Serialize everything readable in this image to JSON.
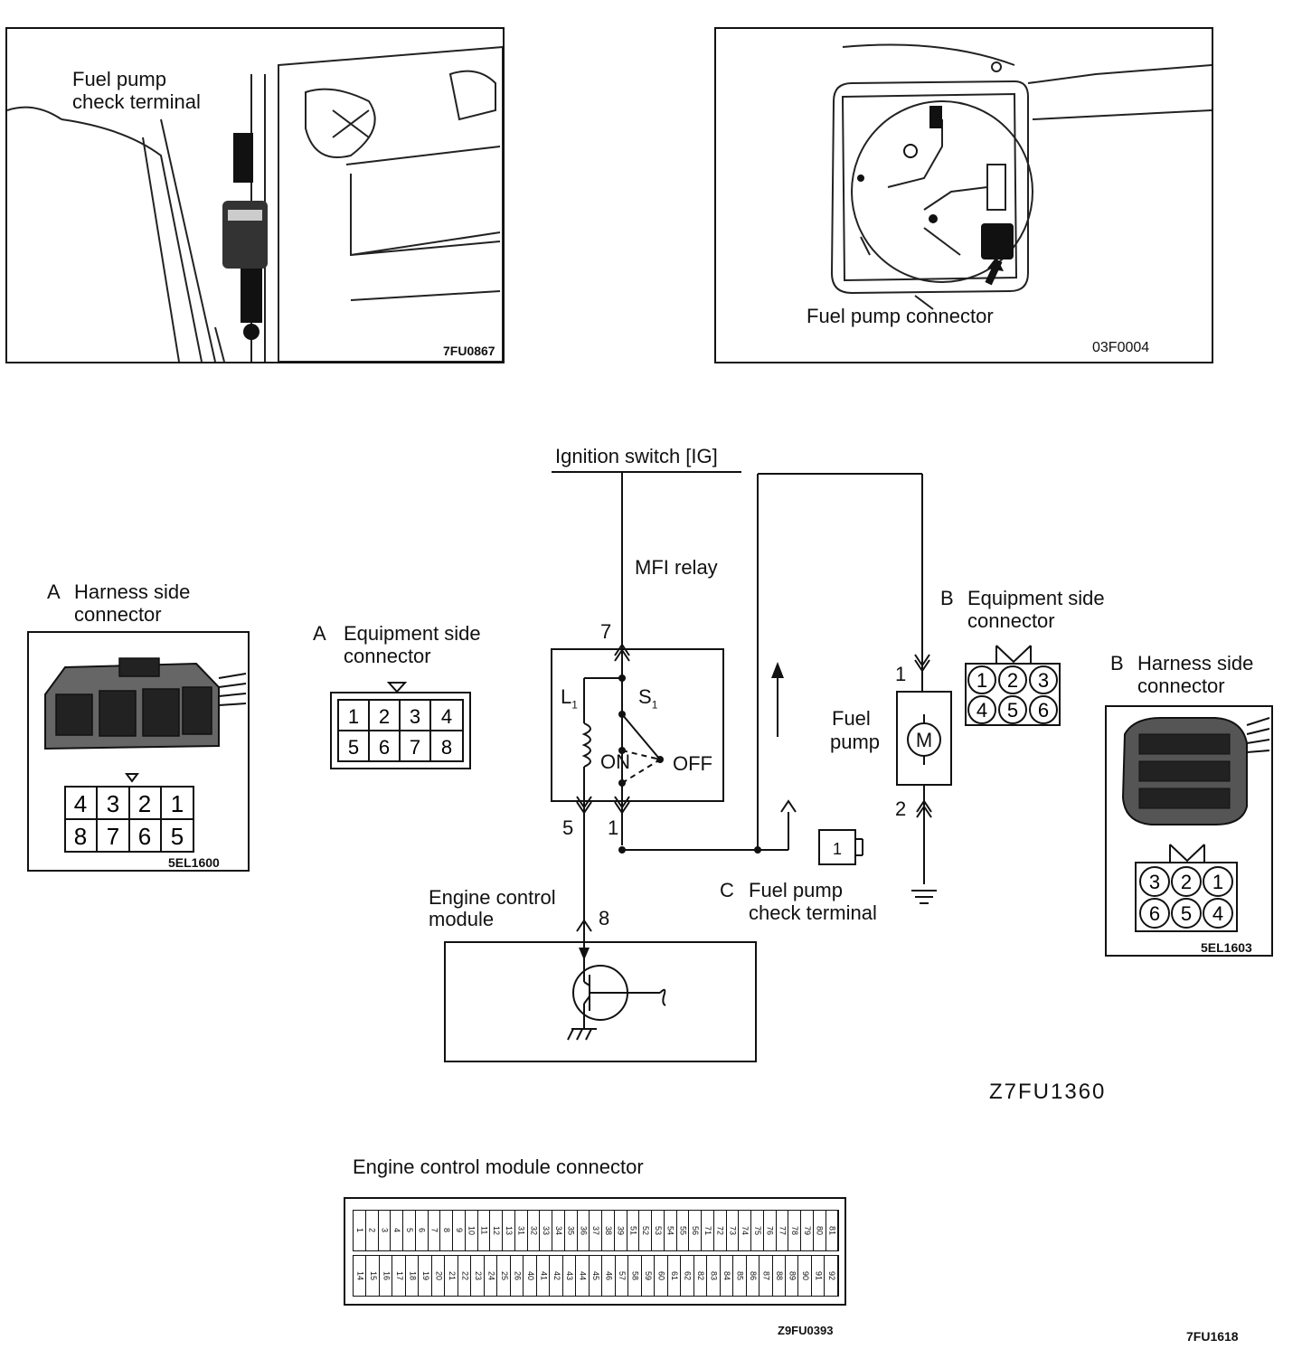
{
  "photo_fuel_pump_check_terminal": {
    "label_line1": "Fuel pump",
    "label_line2": "check terminal",
    "code": "7FU0867"
  },
  "photo_fuel_pump_connector": {
    "label": "Fuel pump connector",
    "code": "03F0004"
  },
  "wiring": {
    "ignition_label": "Ignition switch [IG]",
    "relay_label": "MFI relay",
    "coil_label": "L",
    "coil_sub": "1",
    "switch_label": "S",
    "switch_sub": "1",
    "on_label": "ON",
    "off_label": "OFF",
    "relay_pins": {
      "p7": "7",
      "p5": "5",
      "p1": "1"
    },
    "ecm_pin": "8",
    "ecm_label_line1": "Engine control",
    "ecm_label_line2": "module",
    "pump_label_line1": "Fuel",
    "pump_label_line2": "pump",
    "motor_symbol": "M",
    "pump_pins": {
      "p1": "1",
      "p2": "2"
    },
    "check_terminal_letter": "C",
    "check_terminal_line1": "Fuel pump",
    "check_terminal_line2": "check terminal",
    "check_terminal_pin": "1",
    "code": "Z7FU1360"
  },
  "connector_a_harness": {
    "letter": "A",
    "title_line1": "Harness side",
    "title_line2": "connector",
    "row1": [
      "4",
      "3",
      "2",
      "1"
    ],
    "row2": [
      "8",
      "7",
      "6",
      "5"
    ],
    "code": "5EL1600"
  },
  "connector_a_equipment": {
    "letter": "A",
    "title_line1": "Equipment side",
    "title_line2": "connector",
    "row1": [
      "1",
      "2",
      "3",
      "4"
    ],
    "row2": [
      "5",
      "6",
      "7",
      "8"
    ]
  },
  "connector_b_equipment": {
    "letter": "B",
    "title_line1": "Equipment side",
    "title_line2": "connector",
    "row1": [
      "1",
      "2",
      "3"
    ],
    "row2": [
      "4",
      "5",
      "6"
    ]
  },
  "connector_b_harness": {
    "letter": "B",
    "title_line1": "Harness side",
    "title_line2": "connector",
    "row1": [
      "3",
      "2",
      "1"
    ],
    "row2": [
      "6",
      "5",
      "4"
    ],
    "code": "5EL1603"
  },
  "ecm_connector": {
    "title": "Engine control module connector",
    "top_pins": [
      "1",
      "2",
      "3",
      "4",
      "5",
      "6",
      "7",
      "8",
      "9",
      "10",
      "11",
      "12",
      "13",
      "31",
      "32",
      "33",
      "34",
      "35",
      "36",
      "37",
      "38",
      "39",
      "51",
      "52",
      "53",
      "54",
      "55",
      "56",
      "71",
      "72",
      "73",
      "74",
      "75",
      "76",
      "77",
      "78",
      "79",
      "80",
      "81"
    ],
    "bottom_pins": [
      "14",
      "15",
      "16",
      "17",
      "18",
      "19",
      "20",
      "21",
      "22",
      "23",
      "24",
      "25",
      "26",
      "40",
      "41",
      "42",
      "43",
      "44",
      "45",
      "46",
      "57",
      "58",
      "59",
      "60",
      "61",
      "62",
      "82",
      "83",
      "84",
      "85",
      "86",
      "87",
      "88",
      "89",
      "90",
      "91",
      "92"
    ],
    "code": "Z9FU0393"
  },
  "page_code": "7FU1618"
}
